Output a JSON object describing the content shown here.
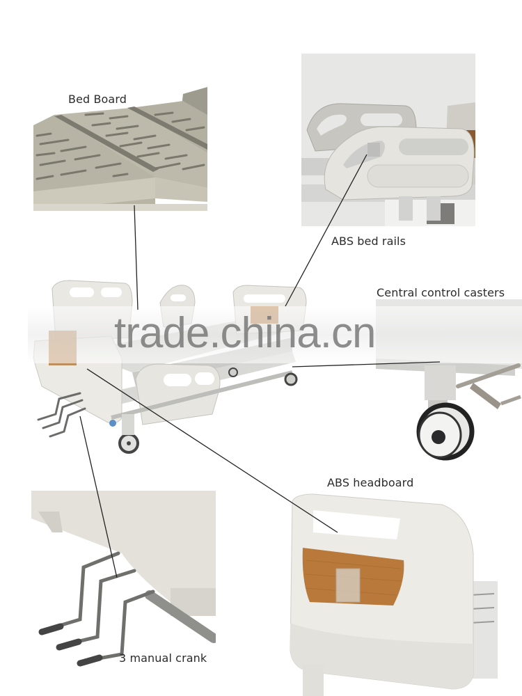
{
  "diagram": {
    "type": "product-feature-callouts",
    "subject": "manual hospital bed",
    "watermark": "trade.china.cn",
    "callouts": [
      {
        "id": "bed-board",
        "label": "Bed Board"
      },
      {
        "id": "abs-bed-rails",
        "label": "ABS bed rails"
      },
      {
        "id": "central-control-casters",
        "label": "Central control casters"
      },
      {
        "id": "abs-headboard",
        "label": "ABS headboard"
      },
      {
        "id": "manual-crank",
        "label": "3 manual crank"
      }
    ],
    "colors": {
      "background": "#ffffff",
      "label_text": "#2b2b2b",
      "plastic_white": "#e9e8e2",
      "board_beige": "#b9b6a8",
      "wood_panel": "#b9793a",
      "metal": "#8a8a88",
      "leader_line": "#222222"
    }
  }
}
